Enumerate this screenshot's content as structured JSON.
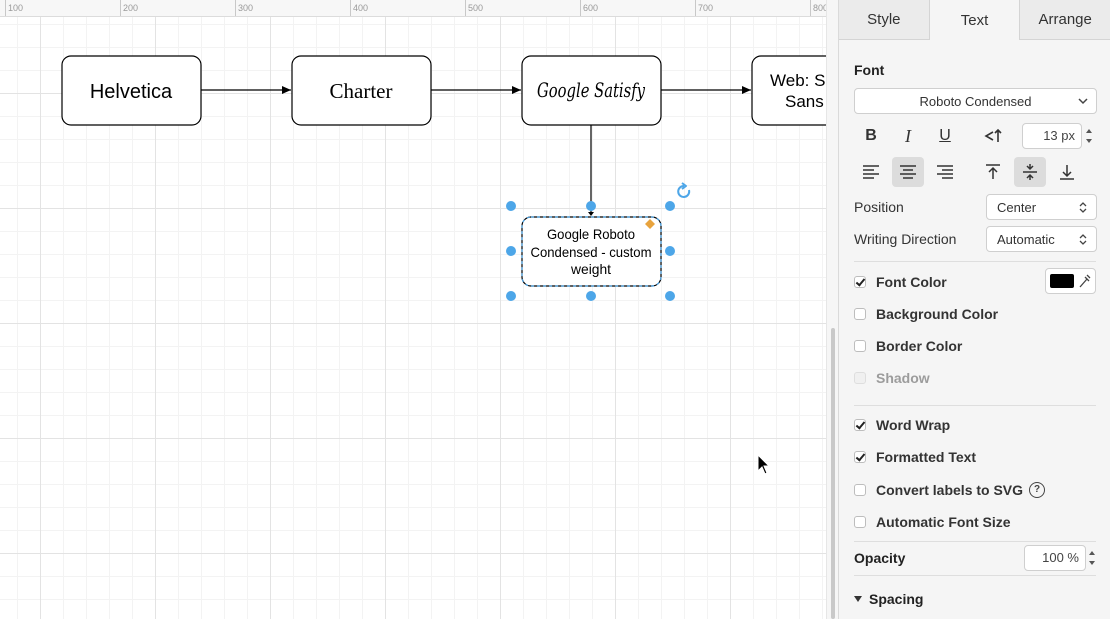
{
  "ruler": {
    "ticks": [
      "100",
      "200",
      "300",
      "400",
      "500",
      "600",
      "700",
      "800"
    ]
  },
  "diagram": {
    "nodes": [
      {
        "id": "helvetica",
        "label": "Helvetica"
      },
      {
        "id": "charter",
        "label": "Charter"
      },
      {
        "id": "satisfy",
        "label": "Google Satisfy"
      },
      {
        "id": "web",
        "label_line1": "Web: S",
        "label_line2": "Sans"
      },
      {
        "id": "roboto",
        "label_line1": "Google Roboto",
        "label_line2": "Condensed - custom",
        "label_line3": "weight"
      }
    ]
  },
  "panel": {
    "tabs": [
      {
        "label": "Style",
        "active": false
      },
      {
        "label": "Text",
        "active": true
      },
      {
        "label": "Arrange",
        "active": false
      }
    ],
    "font": {
      "section_title": "Font",
      "family": "Roboto Condensed",
      "size": "13 px",
      "bold_icon": "bold-icon",
      "italic_icon": "italic-icon",
      "underline_icon": "underline-icon",
      "vertical_text_icon": "vertical-text-icon",
      "horizontal_align": "center",
      "vertical_align": "middle"
    },
    "position": {
      "label": "Position",
      "value": "Center"
    },
    "writing_direction": {
      "label": "Writing Direction",
      "value": "Automatic"
    },
    "options": {
      "font_color": {
        "label": "Font Color",
        "checked": true,
        "swatch": "#000000"
      },
      "background_color": {
        "label": "Background Color",
        "checked": false
      },
      "border_color": {
        "label": "Border Color",
        "checked": false
      },
      "shadow": {
        "label": "Shadow",
        "checked": false,
        "disabled": true
      },
      "word_wrap": {
        "label": "Word Wrap",
        "checked": true
      },
      "formatted_text": {
        "label": "Formatted Text",
        "checked": true
      },
      "convert_svg": {
        "label": "Convert labels to SVG",
        "checked": false,
        "help_icon": "help-icon"
      },
      "auto_font_size": {
        "label": "Automatic Font Size",
        "checked": false
      }
    },
    "opacity": {
      "label": "Opacity",
      "value": "100 %"
    },
    "spacing": {
      "label": "Spacing",
      "expanded": true
    }
  },
  "colors": {
    "selection_handle": "#4da6e8",
    "hint_diamond": "#e8a33d",
    "rotate_icon": "#4da6e8"
  }
}
